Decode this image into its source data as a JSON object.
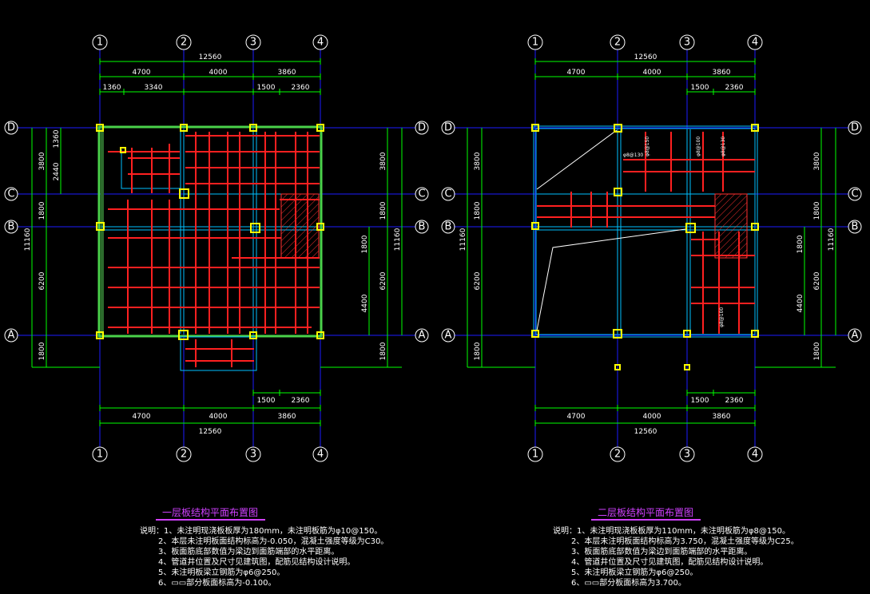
{
  "plans": [
    {
      "id": "p1",
      "title": "一层板结构平面布置图",
      "axes_top": [
        "1",
        "2",
        "3",
        "4"
      ],
      "axes_side": [
        "D",
        "C",
        "B",
        "A"
      ],
      "dims_top_total": "12560",
      "dims_top_bays": [
        "4700",
        "4000",
        "3860"
      ],
      "dims_top_sub": [
        "1360",
        "3340",
        "1500",
        "2360"
      ],
      "dims_bottom_sub": [
        "1500",
        "2360"
      ],
      "dims_bottom_bays": [
        "4700",
        "4000",
        "3860"
      ],
      "dims_bottom_total": "12560",
      "dims_left_outer": [
        "11160",
        "1800"
      ],
      "dims_left_mid": [
        "3800",
        "1800",
        "6200"
      ],
      "dims_left_inner": [
        "1360",
        "2440"
      ],
      "dims_right_inner": [
        "1800",
        "4400"
      ],
      "dims_right_mid": [
        "3800",
        "1800",
        "6200",
        "1800"
      ],
      "dims_right_outer": [
        "11160"
      ],
      "notes": [
        "说明：1、未注明现浇板板厚为180mm，未注明板筋为φ10@150。",
        "2、本层未注明板面结构标高为-0.050，混凝土强度等级为C30。",
        "3、板面筋底部数值为梁边到面筋端部的水平距离。",
        "4、管道井位置及尺寸见建筑图，配筋见结构设计说明。",
        "5、未注明板梁立钢筋为φ6@250。",
        "6、▭▭部分板面标高为-0.100。"
      ]
    },
    {
      "id": "p2",
      "title": "二层板结构平面布置图",
      "axes_top": [
        "1",
        "2",
        "3",
        "4"
      ],
      "axes_side": [
        "D",
        "C",
        "B",
        "A"
      ],
      "dims_top_total": "12560",
      "dims_top_bays": [
        "4700",
        "4000",
        "3860"
      ],
      "dims_top_sub": [
        "1500",
        "2360"
      ],
      "dims_bottom_sub": [
        "1500",
        "2360"
      ],
      "dims_bottom_bays": [
        "4700",
        "4000",
        "3860"
      ],
      "dims_bottom_total": "12560",
      "dims_left_outer": [
        "11160",
        "1800"
      ],
      "dims_left_mid": [
        "3800",
        "1800",
        "6200"
      ],
      "dims_right_inner": [
        "1800",
        "4400"
      ],
      "dims_right_mid": [
        "3800",
        "1800",
        "6200",
        "1800"
      ],
      "dims_right_outer": [
        "11160"
      ],
      "rebar_tags": [
        "φ8@130",
        "φ8@150",
        "φ8@100",
        "φ8@130",
        "φ8@100"
      ],
      "notes": [
        "说明：1、未注明现浇板板厚为110mm，未注明板筋为φ8@150。",
        "2、本层未注明板面结构标高为3.750，混凝土强度等级为C25。",
        "3、板面筋底部数值为梁边到面筋端部的水平距离。",
        "4、管道井位置及尺寸见建筑图，配筋见结构设计说明。",
        "5、未注明板梁立钢筋为φ6@250。",
        "6、▭▭部分板面标高为3.700。"
      ]
    }
  ],
  "colors": {
    "background": "#000000",
    "axis_line": "#1c1cff",
    "dimension": "#00ff00",
    "beam": "#00c0ff",
    "rebar": "#ff2020",
    "column": "#ffff00",
    "wall_green": "#4ad24a",
    "title": "#d040ff",
    "text": "#ffffff"
  }
}
